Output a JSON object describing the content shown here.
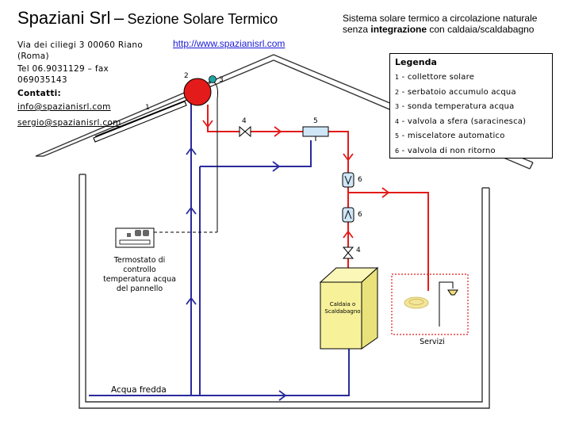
{
  "header": {
    "company": "Spaziani Srl",
    "dash": "–",
    "section": "Sezione Solare Termico",
    "website": "http://www.spazianisrl.com"
  },
  "contact": {
    "address": "Via dei ciliegi 3 00060 Riano (Roma)",
    "phone": "Tel 06.9031129 – fax 069035143",
    "label": "Contatti",
    "emails": [
      "info@spazianisrl.com",
      "sergio@spazianisrl.com"
    ]
  },
  "description": {
    "part1": "Sistema solare termico a circolazione naturale senza ",
    "bold": "integrazione",
    "part2": " con caldaia/scaldabagno"
  },
  "legend": {
    "title": "Legenda",
    "items": [
      {
        "num": "1",
        "text": "collettore solare"
      },
      {
        "num": "2",
        "text": "serbatoio accumulo acqua"
      },
      {
        "num": "3",
        "text": "sonda temperatura acqua"
      },
      {
        "num": "4",
        "text": "valvola a sfera (saracinesca)"
      },
      {
        "num": "5",
        "text": "miscelatore automatico"
      },
      {
        "num": "6",
        "text": "valvola di non ritorno"
      }
    ]
  },
  "labels": {
    "thermostat": "Termostato di controllo temperatura acqua del pannello",
    "boiler": "Caldaia o Scaldabagno",
    "services": "Servizi",
    "cold_water": "Acqua fredda"
  },
  "component_numbers": [
    "1",
    "2",
    "3",
    "4",
    "5",
    "6",
    "6",
    "4"
  ],
  "colors": {
    "hot_pipe": "#e31b1b",
    "cold_pipe": "#2a2a9c",
    "boiler_fill": "#f7f29a",
    "services_border": "#e31b1b",
    "house_outline": "#333333"
  }
}
